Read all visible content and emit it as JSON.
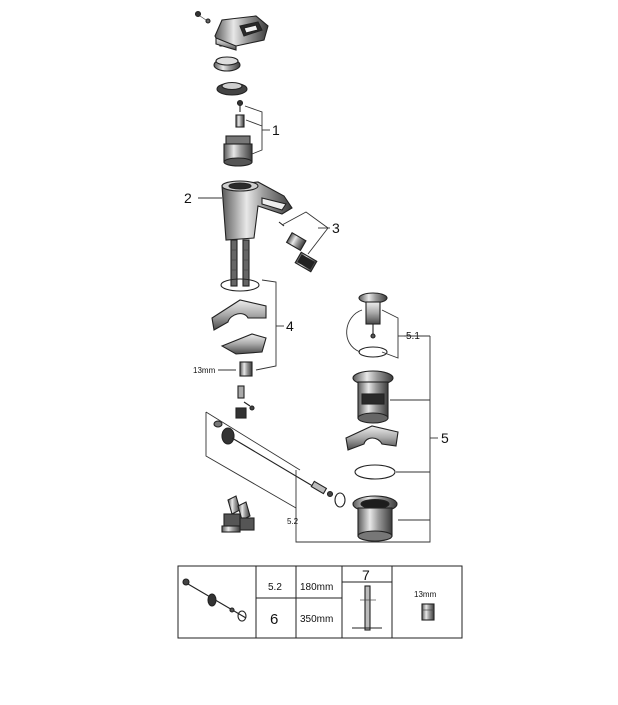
{
  "callouts": {
    "c1": "1",
    "c2": "2",
    "c3": "3",
    "c4": "4",
    "c5": "5",
    "c51": "5.1",
    "c52": "5.2",
    "wrench_size": "13mm"
  },
  "spare_table": {
    "row1": {
      "ref": "5.2",
      "length": "180mm"
    },
    "row2": {
      "ref": "6",
      "length": "350mm"
    },
    "tool_ref": "7",
    "nut_size": "13mm"
  }
}
